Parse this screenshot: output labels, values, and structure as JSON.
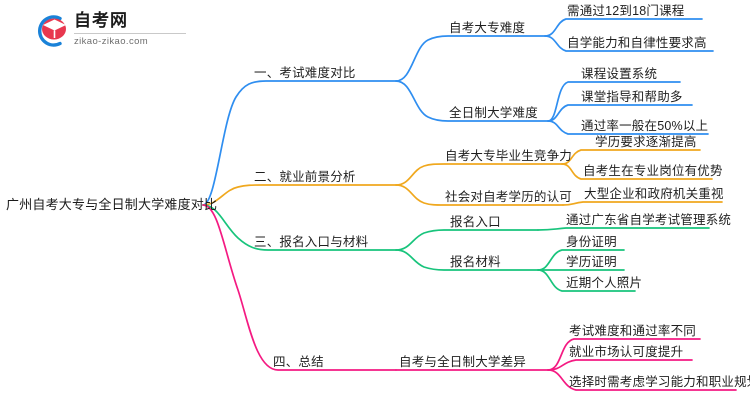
{
  "logo": {
    "title": "自考网",
    "subtitle": "zikao-zikao.com",
    "mark_name": "graduation-cap-logo",
    "arc_color": "#1a82d8",
    "cap_color": "#e8384f"
  },
  "colors": {
    "branch1": "#2f8ef0",
    "branch2": "#f0a81e",
    "branch3": "#18c47c",
    "branch4": "#f41a82",
    "text": "#262626",
    "background": "#ffffff"
  },
  "mindmap": {
    "root": "广州自考大专与全日制大学难度对比",
    "branches": [
      {
        "label": "一、考试难度对比",
        "color": "#2f8ef0",
        "children": [
          {
            "label": "自考大专难度",
            "leaves": [
              "需通过12到18门课程",
              "自学能力和自律性要求高"
            ]
          },
          {
            "label": "全日制大学难度",
            "leaves": [
              "课程设置系统",
              "课堂指导和帮助多",
              "通过率一般在50%以上"
            ]
          }
        ]
      },
      {
        "label": "二、就业前景分析",
        "color": "#f0a81e",
        "children": [
          {
            "label": "自考大专毕业生竞争力",
            "leaves": [
              "学历要求逐渐提高",
              "自考生在专业岗位有优势"
            ]
          },
          {
            "label": "社会对自考学历的认可",
            "leaves": [
              "大型企业和政府机关重视"
            ]
          }
        ]
      },
      {
        "label": "三、报名入口与材料",
        "color": "#18c47c",
        "children": [
          {
            "label": "报名入口",
            "leaves": [
              "通过广东省自学考试管理系统"
            ]
          },
          {
            "label": "报名材料",
            "leaves": [
              "身份证明",
              "学历证明",
              "近期个人照片"
            ]
          }
        ]
      },
      {
        "label": "四、总结",
        "color": "#f41a82",
        "children": [
          {
            "label": "自考与全日制大学差异",
            "leaves": [
              "考试难度和通过率不同",
              "就业市场认可度提升",
              "选择时需考虑学习能力和职业规划"
            ]
          }
        ]
      }
    ]
  }
}
